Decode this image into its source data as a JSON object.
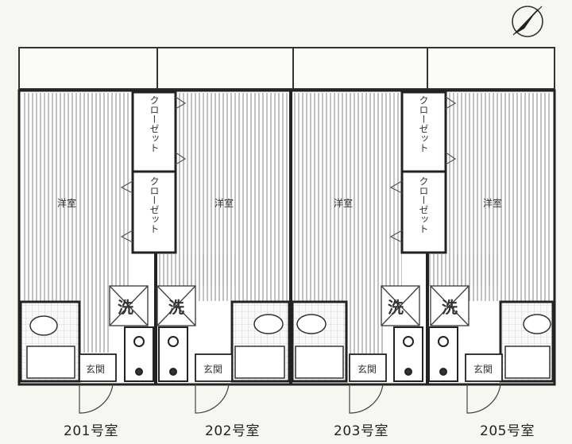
{
  "units": [
    {
      "name": "201号室",
      "room": "洋室"
    },
    {
      "name": "202号室",
      "room": "洋室"
    },
    {
      "name": "203号室",
      "room": "洋室"
    },
    {
      "name": "205号室",
      "room": "洋室"
    }
  ],
  "labels": {
    "closet": "クローゼット",
    "entrance": "玄関",
    "laundry": "洗",
    "washer_icon": "washing-machine-icon",
    "north_icon": "north-arrow-icon"
  }
}
